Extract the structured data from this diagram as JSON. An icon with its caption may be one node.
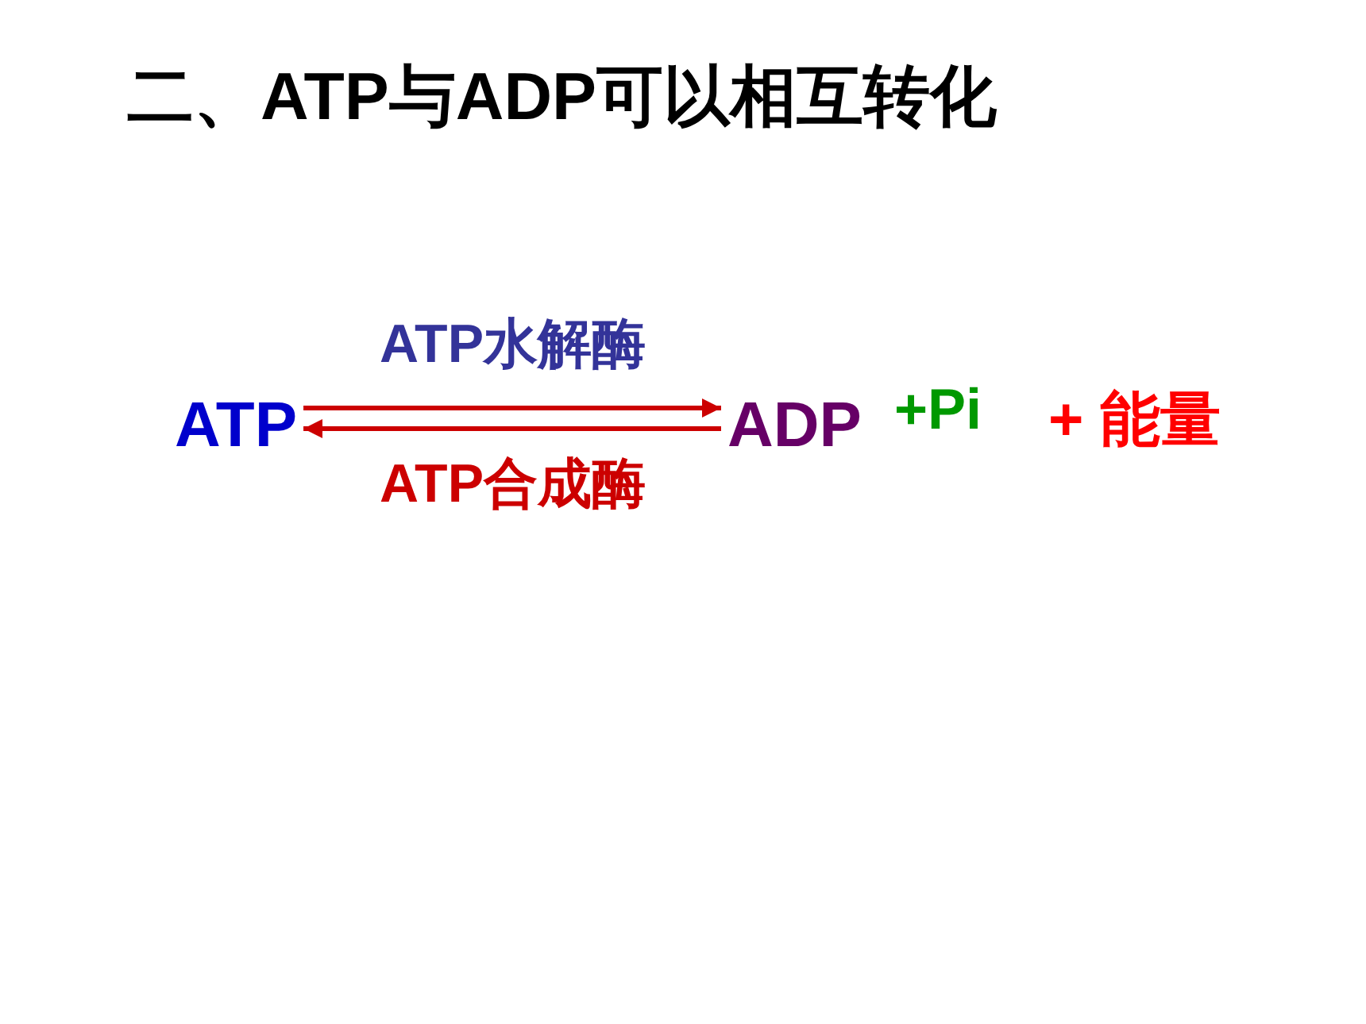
{
  "diagram": {
    "title": "二、ATP与ADP可以相互转化",
    "nodes": [
      {
        "text": [
          "ATP"
        ]
      },
      {
        "text": [
          "ADP"
        ]
      }
    ],
    "edges": [
      {
        "from": 0,
        "to": 1,
        "arrow": "to",
        "label": "ATP水解酶"
      },
      {
        "from": 1,
        "to": 0,
        "arrow": "to",
        "label": "ATP合成酶"
      }
    ],
    "labels": [
      "+Pi",
      "+ 能量"
    ]
  }
}
